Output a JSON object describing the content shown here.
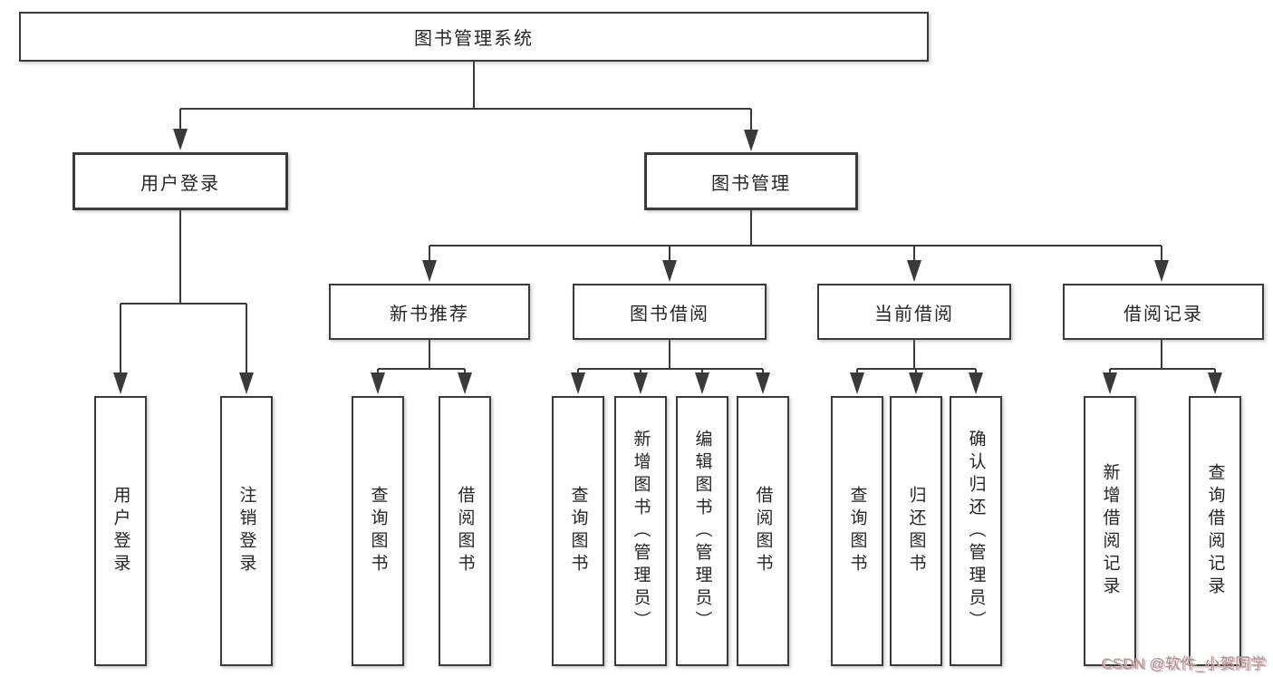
{
  "tree": {
    "label": "图书管理系统",
    "children": [
      {
        "label": "用户登录",
        "children": [
          {
            "label": "用户登录"
          },
          {
            "label": "注销登录"
          }
        ]
      },
      {
        "label": "图书管理",
        "children": [
          {
            "label": "新书推荐",
            "children": [
              {
                "label": "查询图书"
              },
              {
                "label": "借阅图书"
              }
            ]
          },
          {
            "label": "图书借阅",
            "children": [
              {
                "label": "查询图书"
              },
              {
                "label": "新增图书（管理员）"
              },
              {
                "label": "编辑图书（管理员）"
              },
              {
                "label": "借阅图书"
              }
            ]
          },
          {
            "label": "当前借阅",
            "children": [
              {
                "label": "查询图书"
              },
              {
                "label": "归还图书"
              },
              {
                "label": "确认归还（管理员）"
              }
            ]
          },
          {
            "label": "借阅记录",
            "children": [
              {
                "label": "新增借阅记录"
              },
              {
                "label": "查询借阅记录"
              }
            ]
          }
        ]
      }
    ]
  },
  "watermark": {
    "text": "CSDN @软件_小贺同学"
  },
  "colors": {
    "line": "#3a3a3a",
    "box_border": "#3a3a3a",
    "text": "#262626",
    "background": "#ffffff",
    "watermark_text": "#9a9a9a",
    "watermark_shadow": "#f2a7a7"
  }
}
